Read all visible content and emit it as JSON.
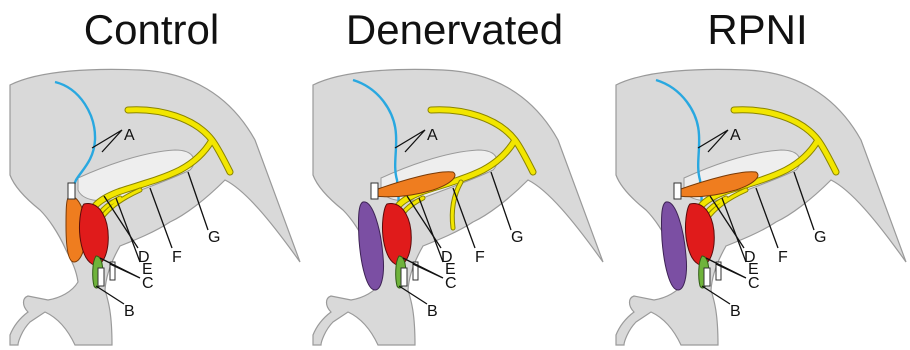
{
  "panels": [
    {
      "title": "Control",
      "variant": "control"
    },
    {
      "title": "Denervated",
      "variant": "denervated"
    },
    {
      "title": "RPNI",
      "variant": "rpni"
    }
  ],
  "labels": {
    "A": "A",
    "B": "B",
    "C": "C",
    "D": "D",
    "E": "E",
    "F": "F",
    "G": "G"
  },
  "colors": {
    "body": "#d9d9d9",
    "body_outline": "#9a9a9a",
    "inner_region": "#eeeeee",
    "blue_nerve": "#29a8e0",
    "yellow_nerve": "#f2e600",
    "yellow_outline": "#8a8400",
    "red_muscle": "#e01b1b",
    "orange_muscle": "#ef7d1f",
    "purple_muscle": "#7b4fa3",
    "green_muscle": "#6fb33b"
  }
}
